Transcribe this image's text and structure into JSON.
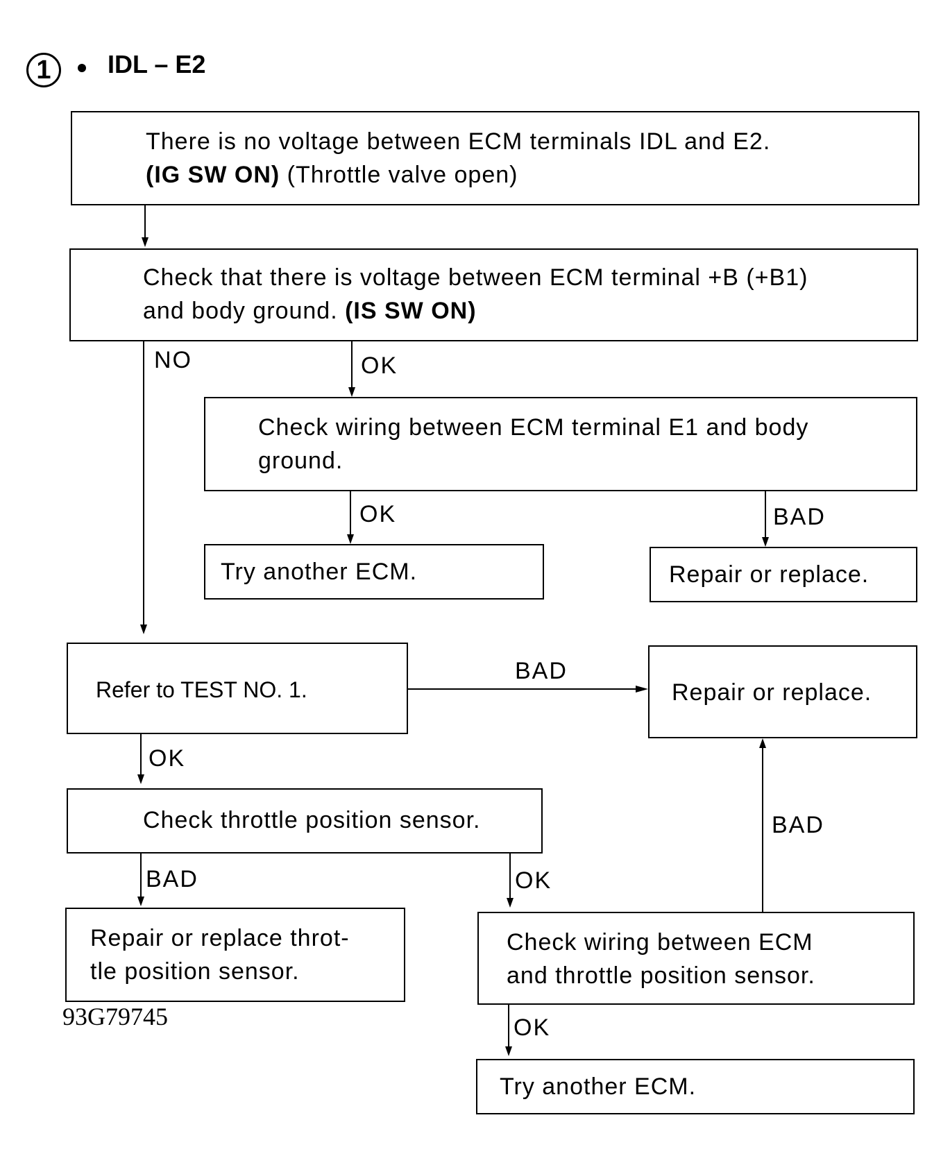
{
  "header": {
    "step_number": "1",
    "title": "IDL – E2"
  },
  "boxes": {
    "b1": {
      "line1": "There is no voltage between ECM terminals IDL and E2.",
      "line2_bold": "(IG SW ON)",
      "line2_rest": " (Throttle valve open)"
    },
    "b2": {
      "line1": "Check that there is voltage between ECM terminal +B (+B1)",
      "line2_plain": "and body ground. ",
      "line2_bold": "(IS SW ON)"
    },
    "b3": {
      "line1": "Check wiring between ECM terminal E1 and body",
      "line2": "ground."
    },
    "b4": {
      "text": "Try another ECM."
    },
    "b5": {
      "text": "Repair or replace."
    },
    "b6": {
      "text": "Refer to TEST NO. 1."
    },
    "b7": {
      "text": "Repair or replace."
    },
    "b8": {
      "text": "Check throttle position sensor."
    },
    "b9": {
      "line1": "Repair or replace throt-",
      "line2": "tle position sensor."
    },
    "b10": {
      "line1": "Check wiring between ECM",
      "line2": "and throttle position sensor."
    },
    "b11": {
      "text": "Try another ECM."
    }
  },
  "labels": {
    "no": "NO",
    "ok1": "OK",
    "ok2": "OK",
    "bad1": "BAD",
    "bad2": "BAD",
    "ok3": "OK",
    "bad3": "BAD",
    "ok4": "OK",
    "bad4": "BAD",
    "ok5": "OK"
  },
  "figure_code": "93G79745"
}
